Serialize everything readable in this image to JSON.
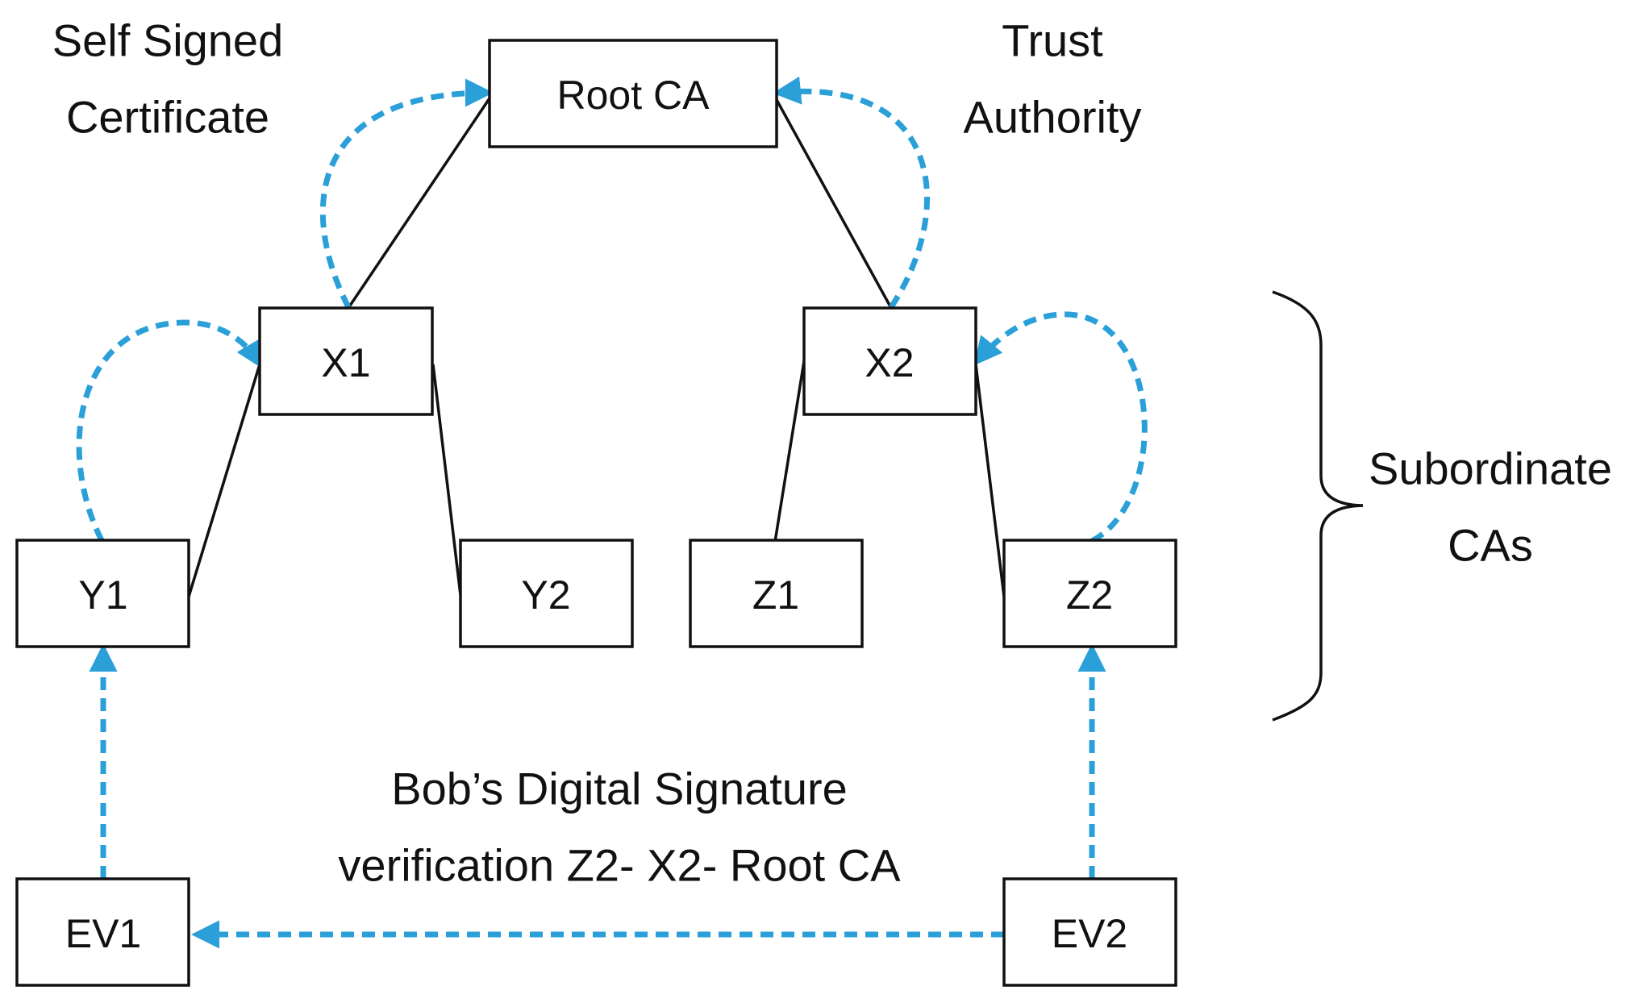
{
  "nodes": {
    "root": "Root CA",
    "x1": "X1",
    "x2": "X2",
    "y1": "Y1",
    "y2": "Y2",
    "z1": "Z1",
    "z2": "Z2",
    "ev1": "EV1",
    "ev2": "EV2"
  },
  "labels": {
    "self_signed": [
      "Self Signed",
      "Certificate"
    ],
    "trust_authority": [
      "Trust",
      "Authority"
    ],
    "subordinate": [
      "Subordinate",
      "CAs"
    ],
    "verification": [
      "Bob’s Digital Signature",
      "verification Z2- X2- Root CA"
    ]
  },
  "colors": {
    "dashed_arrow": "#2a9fd8",
    "line": "#111111"
  }
}
